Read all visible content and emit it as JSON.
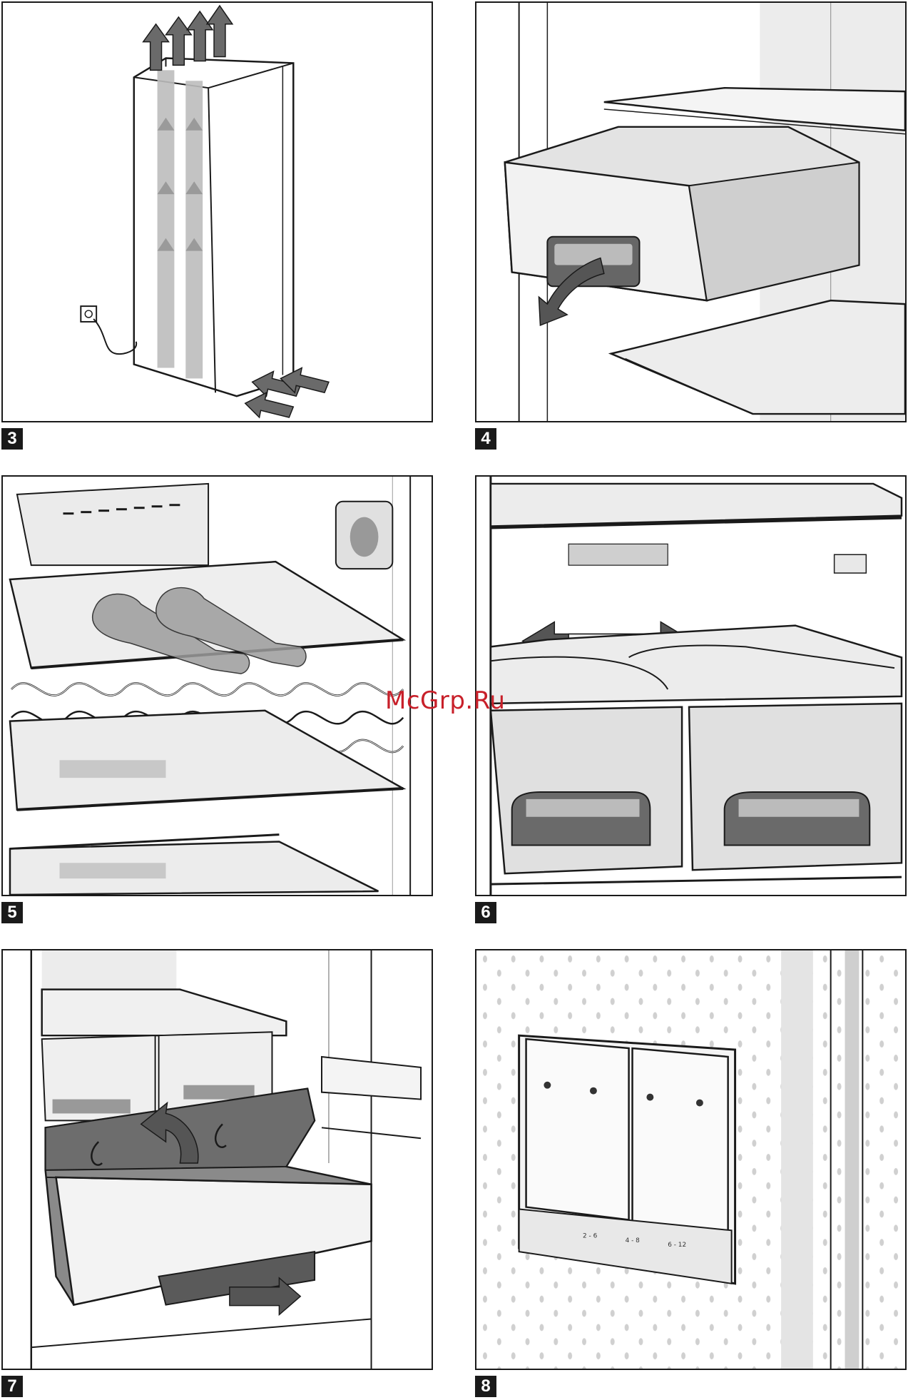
{
  "figures": [
    {
      "number": "3",
      "subject": "appliance ventilation air flow"
    },
    {
      "number": "4",
      "subject": "remove shelf drawer"
    },
    {
      "number": "5",
      "subject": "wine bottle rack"
    },
    {
      "number": "6",
      "subject": "adjustable divider and crisper drawers"
    },
    {
      "number": "7",
      "subject": "remove bottom drawer"
    },
    {
      "number": "8",
      "subject": "ice packs and storage panel"
    }
  ],
  "watermark": "McGrp.Ru",
  "storage_panel": {
    "row1": [
      "2 - 6",
      "4 - 8",
      "6 - 12"
    ]
  },
  "colors": {
    "ink": "#1a1a1a",
    "shade": "#888888",
    "light_shade": "#d8d8d8",
    "watermark": "#c8202a"
  }
}
